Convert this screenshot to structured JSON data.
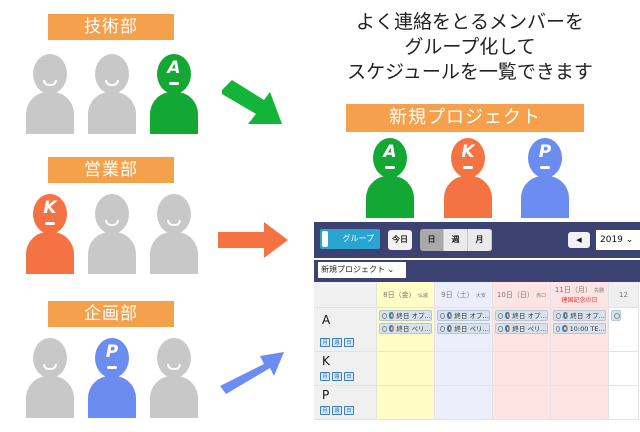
{
  "departments": [
    {
      "label": "技術部",
      "highlight_member": "A",
      "highlight_color": "#12a833",
      "members": [
        "gray",
        "gray",
        "A"
      ]
    },
    {
      "label": "営業部",
      "highlight_member": "K",
      "highlight_color": "#f57342",
      "members": [
        "K",
        "gray",
        "gray"
      ]
    },
    {
      "label": "企画部",
      "highlight_member": "P",
      "highlight_color": "#6b8cf0",
      "members": [
        "gray",
        "P",
        "gray"
      ]
    }
  ],
  "headline": {
    "line1": "よく連絡をとるメンバーを",
    "line2": "グループ化して",
    "line3": "スケジュールを一覧できます"
  },
  "project": {
    "label": "新規プロジェクト",
    "members": [
      "A",
      "K",
      "P"
    ]
  },
  "colors": {
    "orange_label": "#f4a04c",
    "green": "#12a833",
    "orange": "#f57342",
    "blue": "#6b8cf0",
    "gray": "#c8c8c8",
    "toolbar": "#3c4373"
  },
  "calendar": {
    "toolbar": {
      "group_button": "グループ",
      "today_button": "今日",
      "views": [
        "日",
        "週",
        "月"
      ],
      "active_view": "日",
      "prev_icon": "◀",
      "year_select": "2019"
    },
    "group_select": "新規プロジェクト",
    "columns": [
      {
        "date": "8日（金）",
        "tag": "仏滅"
      },
      {
        "date": "9日（土）",
        "tag": "大安"
      },
      {
        "date": "10日（日）",
        "tag": "赤口"
      },
      {
        "date": "11日（月）",
        "tag": "先勝",
        "note": "建国記念の日"
      },
      {
        "date": "12"
      }
    ],
    "rows": [
      {
        "name": "A",
        "icons": [
          "月",
          "週",
          "日"
        ],
        "events": [
          [
            "終日 オプ…",
            "終日 ペリ…"
          ],
          [
            "終日 オプ…",
            "終日 ペリ…"
          ],
          [
            "終日 オプ…",
            "終日 ペリ…"
          ],
          [
            "終日 オプ…",
            "10:00 TE…"
          ]
        ]
      },
      {
        "name": "K",
        "icons": [
          "月",
          "週",
          "日"
        ]
      },
      {
        "name": "P",
        "icons": [
          "月",
          "週",
          "日"
        ]
      }
    ]
  }
}
